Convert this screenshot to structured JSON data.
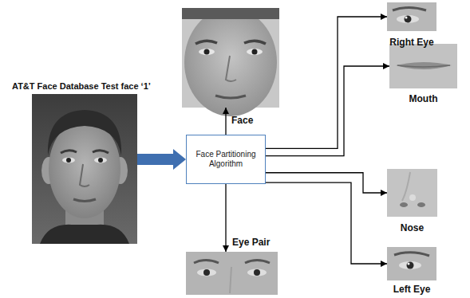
{
  "diagram": {
    "nodes": [
      {
        "text": [
          "AT&T Face Database  Test face ‘1’"
        ]
      },
      {
        "text": [
          "Face Partitioning Algorithm"
        ]
      },
      {
        "text": [
          "Face"
        ]
      },
      {
        "text": [
          "Right Eye"
        ]
      },
      {
        "text": [
          "Mouth"
        ]
      },
      {
        "text": [
          "Nose"
        ]
      },
      {
        "text": [
          "Left Eye"
        ]
      },
      {
        "text": [
          "Eye Pair"
        ]
      }
    ],
    "edges": [
      {
        "from": 0,
        "to": 1,
        "arrow": "to"
      },
      {
        "from": 1,
        "to": 2,
        "arrow": "to"
      },
      {
        "from": 1,
        "to": 3,
        "arrow": "to"
      },
      {
        "from": 1,
        "to": 4,
        "arrow": "to"
      },
      {
        "from": 1,
        "to": 5,
        "arrow": "to"
      },
      {
        "from": 1,
        "to": 6,
        "arrow": "to"
      },
      {
        "from": 1,
        "to": 7,
        "arrow": "to"
      }
    ]
  }
}
